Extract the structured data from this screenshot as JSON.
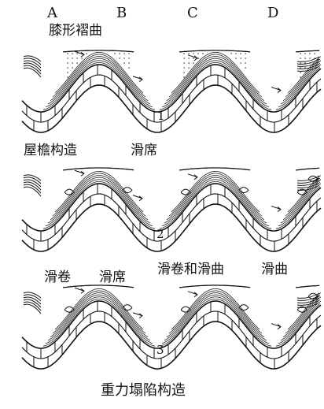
{
  "columns": [
    "A",
    "B",
    "C",
    "D"
  ],
  "panels": [
    {
      "number": "1",
      "labels": [
        "膝形褶曲"
      ]
    },
    {
      "number": "2",
      "labels": [
        "屋檐构造",
        "滑席"
      ]
    },
    {
      "number": "3",
      "labels": [
        "滑卷",
        "滑席",
        "滑卷和滑曲",
        "滑曲"
      ]
    }
  ],
  "caption": "重力塌陷构造"
}
